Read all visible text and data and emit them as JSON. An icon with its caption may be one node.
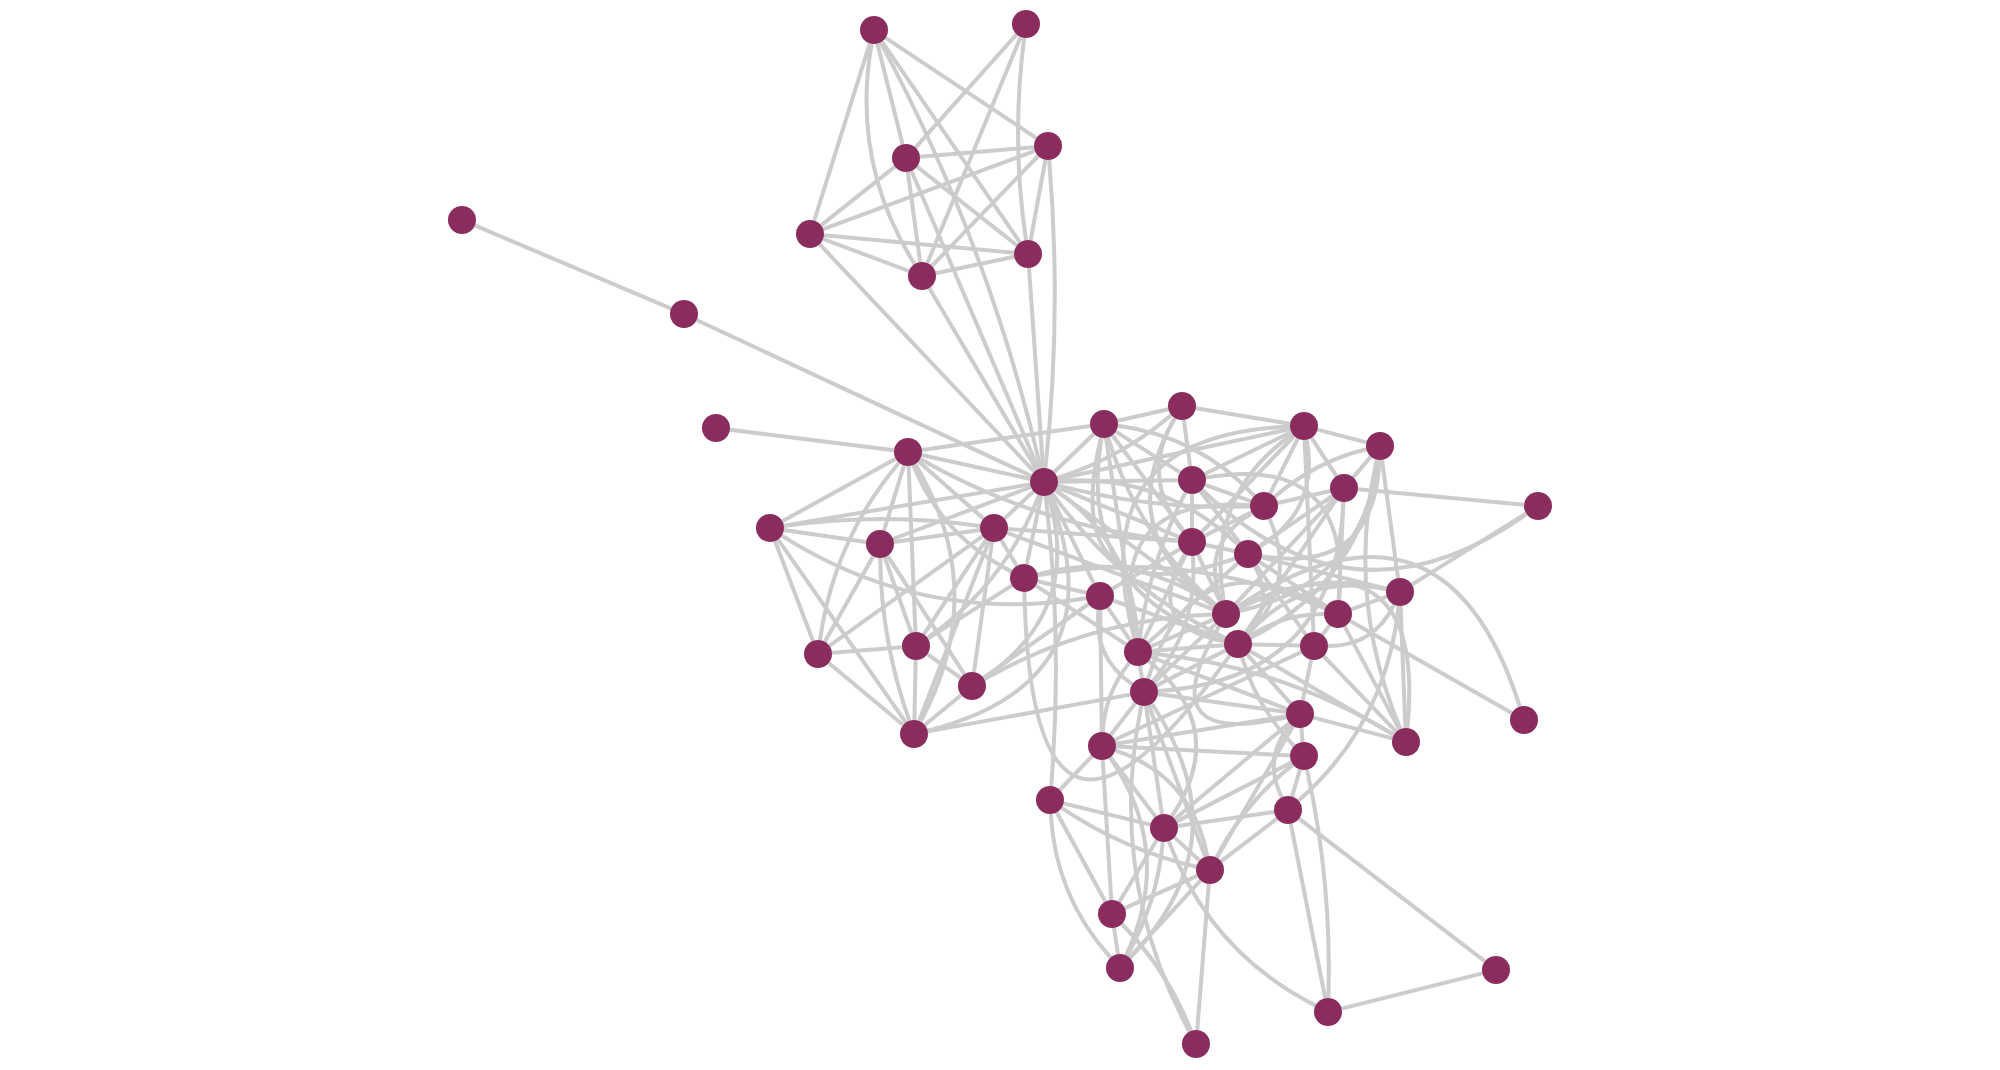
{
  "diagram": {
    "nodes": [
      {
        "text": [],
        "shape": "circle"
      },
      {
        "text": [],
        "shape": "circle"
      },
      {
        "text": [],
        "shape": "circle"
      },
      {
        "text": [],
        "shape": "circle"
      },
      {
        "text": [],
        "shape": "circle"
      },
      {
        "text": [],
        "shape": "circle"
      },
      {
        "text": [],
        "shape": "circle"
      },
      {
        "text": [],
        "shape": "circle"
      },
      {
        "text": [],
        "shape": "circle"
      },
      {
        "text": [],
        "shape": "circle"
      },
      {
        "text": [],
        "shape": "circle"
      },
      {
        "text": [],
        "shape": "circle"
      },
      {
        "text": [],
        "shape": "circle"
      },
      {
        "text": [],
        "shape": "circle"
      },
      {
        "text": [],
        "shape": "circle"
      },
      {
        "text": [],
        "shape": "circle"
      },
      {
        "text": [],
        "shape": "circle"
      },
      {
        "text": [],
        "shape": "circle"
      },
      {
        "text": [],
        "shape": "circle"
      },
      {
        "text": [],
        "shape": "circle"
      },
      {
        "text": [],
        "shape": "circle"
      },
      {
        "text": [],
        "shape": "circle"
      },
      {
        "text": [],
        "shape": "circle"
      },
      {
        "text": [],
        "shape": "circle"
      },
      {
        "text": [],
        "shape": "circle"
      },
      {
        "text": [],
        "shape": "circle"
      },
      {
        "text": [],
        "shape": "circle"
      },
      {
        "text": [],
        "shape": "circle"
      },
      {
        "text": [],
        "shape": "circle"
      },
      {
        "text": [],
        "shape": "circle"
      },
      {
        "text": [],
        "shape": "circle"
      },
      {
        "text": [],
        "shape": "circle"
      },
      {
        "text": [],
        "shape": "circle"
      },
      {
        "text": [],
        "shape": "circle"
      },
      {
        "text": [],
        "shape": "circle"
      },
      {
        "text": [],
        "shape": "circle"
      },
      {
        "text": [],
        "shape": "circle"
      },
      {
        "text": [],
        "shape": "circle"
      },
      {
        "text": [],
        "shape": "circle"
      },
      {
        "text": [],
        "shape": "circle"
      },
      {
        "text": [],
        "shape": "circle"
      },
      {
        "text": [],
        "shape": "circle"
      },
      {
        "text": [],
        "shape": "circle"
      },
      {
        "text": [],
        "shape": "circle"
      },
      {
        "text": [],
        "shape": "circle"
      },
      {
        "text": [],
        "shape": "circle"
      },
      {
        "text": [],
        "shape": "circle"
      },
      {
        "text": [],
        "shape": "circle"
      },
      {
        "text": [],
        "shape": "circle"
      },
      {
        "text": [],
        "shape": "circle"
      },
      {
        "text": [],
        "shape": "circle"
      },
      {
        "text": [],
        "shape": "circle"
      }
    ],
    "edges": [
      {
        "from": 1,
        "to": 4,
        "arrow": "none"
      },
      {
        "from": 1,
        "to": 3,
        "arrow": "none"
      },
      {
        "from": 1,
        "to": 6,
        "arrow": "none"
      },
      {
        "from": 1,
        "to": 2,
        "arrow": "none"
      },
      {
        "from": 1,
        "to": 5,
        "arrow": "none"
      },
      {
        "from": 1,
        "to": 15,
        "arrow": "none"
      },
      {
        "from": 0,
        "to": 3,
        "arrow": "none"
      },
      {
        "from": 0,
        "to": 6,
        "arrow": "none"
      },
      {
        "from": 0,
        "to": 5,
        "arrow": "none"
      },
      {
        "from": 3,
        "to": 2,
        "arrow": "none"
      },
      {
        "from": 3,
        "to": 4,
        "arrow": "none"
      },
      {
        "from": 3,
        "to": 5,
        "arrow": "none"
      },
      {
        "from": 3,
        "to": 6,
        "arrow": "none"
      },
      {
        "from": 3,
        "to": 15,
        "arrow": "none"
      },
      {
        "from": 4,
        "to": 2,
        "arrow": "none"
      },
      {
        "from": 4,
        "to": 5,
        "arrow": "none"
      },
      {
        "from": 4,
        "to": 6,
        "arrow": "none"
      },
      {
        "from": 4,
        "to": 15,
        "arrow": "none"
      },
      {
        "from": 2,
        "to": 6,
        "arrow": "none"
      },
      {
        "from": 2,
        "to": 5,
        "arrow": "none"
      },
      {
        "from": 2,
        "to": 15,
        "arrow": "none"
      },
      {
        "from": 5,
        "to": 6,
        "arrow": "none"
      },
      {
        "from": 5,
        "to": 15,
        "arrow": "none"
      },
      {
        "from": 6,
        "to": 15,
        "arrow": "none"
      },
      {
        "from": 7,
        "to": 8,
        "arrow": "none"
      },
      {
        "from": 8,
        "to": 15,
        "arrow": "none"
      },
      {
        "from": 9,
        "to": 14,
        "arrow": "none"
      },
      {
        "from": 14,
        "to": 15,
        "arrow": "none"
      },
      {
        "from": 14,
        "to": 11,
        "arrow": "none"
      },
      {
        "from": 14,
        "to": 20,
        "arrow": "none"
      },
      {
        "from": 14,
        "to": 22,
        "arrow": "none"
      },
      {
        "from": 14,
        "to": 31,
        "arrow": "none"
      },
      {
        "from": 14,
        "to": 39,
        "arrow": "none"
      },
      {
        "from": 14,
        "to": 21,
        "arrow": "none"
      },
      {
        "from": 14,
        "to": 25,
        "arrow": "none"
      },
      {
        "from": 14,
        "to": 23,
        "arrow": "none"
      },
      {
        "from": 20,
        "to": 22,
        "arrow": "none"
      },
      {
        "from": 20,
        "to": 21,
        "arrow": "none"
      },
      {
        "from": 20,
        "to": 30,
        "arrow": "none"
      },
      {
        "from": 20,
        "to": 39,
        "arrow": "none"
      },
      {
        "from": 20,
        "to": 15,
        "arrow": "none"
      },
      {
        "from": 20,
        "to": 26,
        "arrow": "none"
      },
      {
        "from": 22,
        "to": 30,
        "arrow": "none"
      },
      {
        "from": 22,
        "to": 31,
        "arrow": "none"
      },
      {
        "from": 22,
        "to": 39,
        "arrow": "none"
      },
      {
        "from": 22,
        "to": 35,
        "arrow": "none"
      },
      {
        "from": 22,
        "to": 15,
        "arrow": "none"
      },
      {
        "from": 22,
        "to": 21,
        "arrow": "none"
      },
      {
        "from": 30,
        "to": 31,
        "arrow": "none"
      },
      {
        "from": 30,
        "to": 39,
        "arrow": "none"
      },
      {
        "from": 30,
        "to": 21,
        "arrow": "none"
      },
      {
        "from": 30,
        "to": 14,
        "arrow": "none"
      },
      {
        "from": 31,
        "to": 39,
        "arrow": "none"
      },
      {
        "from": 31,
        "to": 21,
        "arrow": "none"
      },
      {
        "from": 31,
        "to": 15,
        "arrow": "none"
      },
      {
        "from": 31,
        "to": 25,
        "arrow": "none"
      },
      {
        "from": 31,
        "to": 35,
        "arrow": "none"
      },
      {
        "from": 39,
        "to": 21,
        "arrow": "none"
      },
      {
        "from": 39,
        "to": 35,
        "arrow": "none"
      },
      {
        "from": 39,
        "to": 36,
        "arrow": "none"
      },
      {
        "from": 39,
        "to": 15,
        "arrow": "none"
      },
      {
        "from": 35,
        "to": 15,
        "arrow": "none"
      },
      {
        "from": 35,
        "to": 21,
        "arrow": "none"
      },
      {
        "from": 35,
        "to": 26,
        "arrow": "none"
      },
      {
        "from": 35,
        "to": 28,
        "arrow": "none"
      },
      {
        "from": 21,
        "to": 15,
        "arrow": "none"
      },
      {
        "from": 21,
        "to": 25,
        "arrow": "none"
      },
      {
        "from": 21,
        "to": 23,
        "arrow": "none"
      },
      {
        "from": 21,
        "to": 28,
        "arrow": "none"
      },
      {
        "from": 15,
        "to": 11,
        "arrow": "none"
      },
      {
        "from": 15,
        "to": 10,
        "arrow": "none"
      },
      {
        "from": 15,
        "to": 16,
        "arrow": "none"
      },
      {
        "from": 15,
        "to": 23,
        "arrow": "none"
      },
      {
        "from": 15,
        "to": 26,
        "arrow": "none"
      },
      {
        "from": 15,
        "to": 32,
        "arrow": "none"
      },
      {
        "from": 15,
        "to": 28,
        "arrow": "none"
      },
      {
        "from": 15,
        "to": 33,
        "arrow": "none"
      },
      {
        "from": 15,
        "to": 24,
        "arrow": "none"
      },
      {
        "from": 15,
        "to": 19,
        "arrow": "none"
      },
      {
        "from": 15,
        "to": 25,
        "arrow": "none"
      },
      {
        "from": 15,
        "to": 43,
        "arrow": "none"
      },
      {
        "from": 15,
        "to": 12,
        "arrow": "none"
      },
      {
        "from": 11,
        "to": 10,
        "arrow": "none"
      },
      {
        "from": 11,
        "to": 16,
        "arrow": "none"
      },
      {
        "from": 11,
        "to": 19,
        "arrow": "none"
      },
      {
        "from": 11,
        "to": 23,
        "arrow": "none"
      },
      {
        "from": 11,
        "to": 28,
        "arrow": "none"
      },
      {
        "from": 11,
        "to": 33,
        "arrow": "none"
      },
      {
        "from": 11,
        "to": 24,
        "arrow": "none"
      },
      {
        "from": 11,
        "to": 32,
        "arrow": "none"
      },
      {
        "from": 10,
        "to": 16,
        "arrow": "none"
      },
      {
        "from": 10,
        "to": 12,
        "arrow": "none"
      },
      {
        "from": 10,
        "to": 23,
        "arrow": "none"
      },
      {
        "from": 10,
        "to": 28,
        "arrow": "none"
      },
      {
        "from": 12,
        "to": 13,
        "arrow": "none"
      },
      {
        "from": 12,
        "to": 16,
        "arrow": "none"
      },
      {
        "from": 12,
        "to": 19,
        "arrow": "none"
      },
      {
        "from": 12,
        "to": 18,
        "arrow": "none"
      },
      {
        "from": 12,
        "to": 23,
        "arrow": "none"
      },
      {
        "from": 12,
        "to": 24,
        "arrow": "none"
      },
      {
        "from": 12,
        "to": 28,
        "arrow": "none"
      },
      {
        "from": 12,
        "to": 34,
        "arrow": "none"
      },
      {
        "from": 12,
        "to": 32,
        "arrow": "none"
      },
      {
        "from": 13,
        "to": 18,
        "arrow": "none"
      },
      {
        "from": 13,
        "to": 27,
        "arrow": "none"
      },
      {
        "from": 13,
        "to": 40,
        "arrow": "none"
      },
      {
        "from": 13,
        "to": 24,
        "arrow": "none"
      },
      {
        "from": 13,
        "to": 19,
        "arrow": "none"
      },
      {
        "from": 13,
        "to": 28,
        "arrow": "none"
      },
      {
        "from": 13,
        "to": 33,
        "arrow": "none"
      },
      {
        "from": 17,
        "to": 18,
        "arrow": "none"
      },
      {
        "from": 17,
        "to": 27,
        "arrow": "none"
      },
      {
        "from": 17,
        "to": 16,
        "arrow": "none"
      },
      {
        "from": 18,
        "to": 19,
        "arrow": "none"
      },
      {
        "from": 18,
        "to": 24,
        "arrow": "none"
      },
      {
        "from": 18,
        "to": 28,
        "arrow": "none"
      },
      {
        "from": 18,
        "to": 29,
        "arrow": "none"
      },
      {
        "from": 18,
        "to": 33,
        "arrow": "none"
      },
      {
        "from": 18,
        "to": 36,
        "arrow": "none"
      },
      {
        "from": 16,
        "to": 19,
        "arrow": "none"
      },
      {
        "from": 16,
        "to": 23,
        "arrow": "none"
      },
      {
        "from": 16,
        "to": 24,
        "arrow": "none"
      },
      {
        "from": 16,
        "to": 29,
        "arrow": "none"
      },
      {
        "from": 16,
        "to": 32,
        "arrow": "none"
      },
      {
        "from": 19,
        "to": 23,
        "arrow": "none"
      },
      {
        "from": 19,
        "to": 28,
        "arrow": "none"
      },
      {
        "from": 19,
        "to": 33,
        "arrow": "none"
      },
      {
        "from": 19,
        "to": 32,
        "arrow": "none"
      },
      {
        "from": 23,
        "to": 24,
        "arrow": "none"
      },
      {
        "from": 23,
        "to": 26,
        "arrow": "none"
      },
      {
        "from": 23,
        "to": 28,
        "arrow": "none"
      },
      {
        "from": 23,
        "to": 32,
        "arrow": "none"
      },
      {
        "from": 23,
        "to": 33,
        "arrow": "none"
      },
      {
        "from": 23,
        "to": 36,
        "arrow": "none"
      },
      {
        "from": 24,
        "to": 27,
        "arrow": "none"
      },
      {
        "from": 24,
        "to": 29,
        "arrow": "none"
      },
      {
        "from": 24,
        "to": 32,
        "arrow": "none"
      },
      {
        "from": 24,
        "to": 34,
        "arrow": "none"
      },
      {
        "from": 24,
        "to": 33,
        "arrow": "none"
      },
      {
        "from": 27,
        "to": 29,
        "arrow": "none"
      },
      {
        "from": 27,
        "to": 34,
        "arrow": "none"
      },
      {
        "from": 27,
        "to": 40,
        "arrow": "none"
      },
      {
        "from": 27,
        "to": 33,
        "arrow": "none"
      },
      {
        "from": 27,
        "to": 28,
        "arrow": "none"
      },
      {
        "from": 29,
        "to": 34,
        "arrow": "none"
      },
      {
        "from": 29,
        "to": 40,
        "arrow": "none"
      },
      {
        "from": 29,
        "to": 33,
        "arrow": "none"
      },
      {
        "from": 29,
        "to": 36,
        "arrow": "none"
      },
      {
        "from": 34,
        "to": 33,
        "arrow": "none"
      },
      {
        "from": 34,
        "to": 40,
        "arrow": "none"
      },
      {
        "from": 34,
        "to": 37,
        "arrow": "none"
      },
      {
        "from": 34,
        "to": 41,
        "arrow": "none"
      },
      {
        "from": 25,
        "to": 26,
        "arrow": "none"
      },
      {
        "from": 25,
        "to": 28,
        "arrow": "none"
      },
      {
        "from": 25,
        "to": 32,
        "arrow": "none"
      },
      {
        "from": 25,
        "to": 33,
        "arrow": "none"
      },
      {
        "from": 25,
        "to": 29,
        "arrow": "none"
      },
      {
        "from": 26,
        "to": 32,
        "arrow": "none"
      },
      {
        "from": 26,
        "to": 36,
        "arrow": "none"
      },
      {
        "from": 26,
        "to": 41,
        "arrow": "none"
      },
      {
        "from": 26,
        "to": 33,
        "arrow": "none"
      },
      {
        "from": 28,
        "to": 32,
        "arrow": "none"
      },
      {
        "from": 28,
        "to": 36,
        "arrow": "none"
      },
      {
        "from": 28,
        "to": 37,
        "arrow": "none"
      },
      {
        "from": 28,
        "to": 38,
        "arrow": "none"
      },
      {
        "from": 28,
        "to": 40,
        "arrow": "none"
      },
      {
        "from": 32,
        "to": 36,
        "arrow": "none"
      },
      {
        "from": 32,
        "to": 41,
        "arrow": "none"
      },
      {
        "from": 32,
        "to": 33,
        "arrow": "none"
      },
      {
        "from": 32,
        "to": 37,
        "arrow": "none"
      },
      {
        "from": 32,
        "to": 45,
        "arrow": "none"
      },
      {
        "from": 33,
        "to": 36,
        "arrow": "none"
      },
      {
        "from": 33,
        "to": 37,
        "arrow": "none"
      },
      {
        "from": 33,
        "to": 42,
        "arrow": "none"
      },
      {
        "from": 33,
        "to": 40,
        "arrow": "none"
      },
      {
        "from": 36,
        "to": 41,
        "arrow": "none"
      },
      {
        "from": 36,
        "to": 37,
        "arrow": "none"
      },
      {
        "from": 36,
        "to": 45,
        "arrow": "none"
      },
      {
        "from": 36,
        "to": 46,
        "arrow": "none"
      },
      {
        "from": 36,
        "to": 48,
        "arrow": "none"
      },
      {
        "from": 37,
        "to": 42,
        "arrow": "none"
      },
      {
        "from": 37,
        "to": 41,
        "arrow": "none"
      },
      {
        "from": 37,
        "to": 44,
        "arrow": "none"
      },
      {
        "from": 37,
        "to": 45,
        "arrow": "none"
      },
      {
        "from": 37,
        "to": 46,
        "arrow": "none"
      },
      {
        "from": 38,
        "to": 29,
        "arrow": "none"
      },
      {
        "from": 41,
        "to": 43,
        "arrow": "none"
      },
      {
        "from": 41,
        "to": 45,
        "arrow": "none"
      },
      {
        "from": 41,
        "to": 46,
        "arrow": "none"
      },
      {
        "from": 41,
        "to": 47,
        "arrow": "none"
      },
      {
        "from": 41,
        "to": 48,
        "arrow": "none"
      },
      {
        "from": 41,
        "to": 42,
        "arrow": "none"
      },
      {
        "from": 42,
        "to": 44,
        "arrow": "none"
      },
      {
        "from": 42,
        "to": 46,
        "arrow": "none"
      },
      {
        "from": 42,
        "to": 45,
        "arrow": "none"
      },
      {
        "from": 42,
        "to": 50,
        "arrow": "none"
      },
      {
        "from": 43,
        "to": 45,
        "arrow": "none"
      },
      {
        "from": 43,
        "to": 47,
        "arrow": "none"
      },
      {
        "from": 43,
        "to": 48,
        "arrow": "none"
      },
      {
        "from": 43,
        "to": 46,
        "arrow": "none"
      },
      {
        "from": 44,
        "to": 46,
        "arrow": "none"
      },
      {
        "from": 44,
        "to": 49,
        "arrow": "none"
      },
      {
        "from": 44,
        "to": 50,
        "arrow": "none"
      },
      {
        "from": 44,
        "to": 45,
        "arrow": "none"
      },
      {
        "from": 44,
        "to": 27,
        "arrow": "none"
      },
      {
        "from": 45,
        "to": 46,
        "arrow": "none"
      },
      {
        "from": 45,
        "to": 47,
        "arrow": "none"
      },
      {
        "from": 45,
        "to": 48,
        "arrow": "none"
      },
      {
        "from": 45,
        "to": 50,
        "arrow": "none"
      },
      {
        "from": 46,
        "to": 47,
        "arrow": "none"
      },
      {
        "from": 46,
        "to": 48,
        "arrow": "none"
      },
      {
        "from": 46,
        "to": 51,
        "arrow": "none"
      },
      {
        "from": 47,
        "to": 48,
        "arrow": "none"
      },
      {
        "from": 47,
        "to": 51,
        "arrow": "none"
      },
      {
        "from": 49,
        "to": 50,
        "arrow": "none"
      },
      {
        "from": 36,
        "to": 51,
        "arrow": "none"
      },
      {
        "from": 40,
        "to": 32,
        "arrow": "none"
      },
      {
        "from": 40,
        "to": 37,
        "arrow": "none"
      }
    ]
  }
}
